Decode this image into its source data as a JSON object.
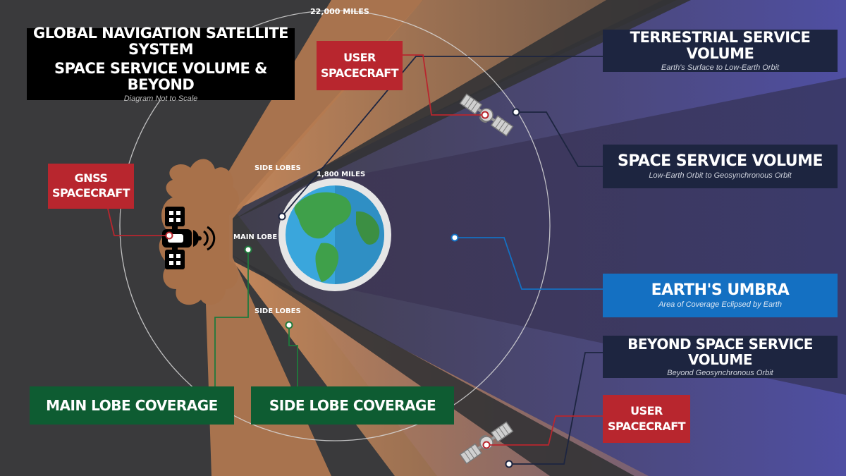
{
  "header": {
    "title_line1": "Global Navigation Satellite System",
    "title_line2": "Space Service Volume & Beyond",
    "note": "Diagram Not to Scale"
  },
  "labels": {
    "outer_orbit": "22,000 Miles",
    "inner_orbit": "1,800 Miles",
    "side_lobes_top": "Side Lobes",
    "main_lobe": "Main Lobe",
    "side_lobes_bottom": "Side Lobes"
  },
  "callouts": {
    "gnss_spacecraft": "GNSS Spacecraft",
    "user_spacecraft_top": "User Spacecraft",
    "user_spacecraft_bottom": "User Spacecraft",
    "main_lobe_coverage": "Main Lobe Coverage",
    "side_lobe_coverage": "Side Lobe Coverage"
  },
  "volumes": [
    {
      "title": "Terrestrial Service Volume",
      "subtitle": "Earth's Surface to Low-Earth Orbit"
    },
    {
      "title": "Space Service Volume",
      "subtitle": "Low-Earth Orbit to Geosynchronous Orbit"
    },
    {
      "title": "Earth's Umbra",
      "subtitle": "Area of Coverage Eclipsed by Earth"
    },
    {
      "title": "Beyond Space Service Volume",
      "subtitle": "Beyond Geosynchronous Orbit"
    }
  ],
  "colors": {
    "background": "#3a3a3c",
    "main_lobe": "#a8714a",
    "side_lobe": "#c98a5c",
    "purple_region": "#4f4c9a",
    "callout_red": "#b8262e",
    "callout_green": "#0e5c32",
    "callout_navy": "#1d2540",
    "callout_blue": "#1470c2",
    "earth_ocean": "#3aa6dc",
    "earth_land": "#3fa04a"
  },
  "icons": [
    "gnss-satellite-icon",
    "user-satellite-icon",
    "earth-icon"
  ]
}
